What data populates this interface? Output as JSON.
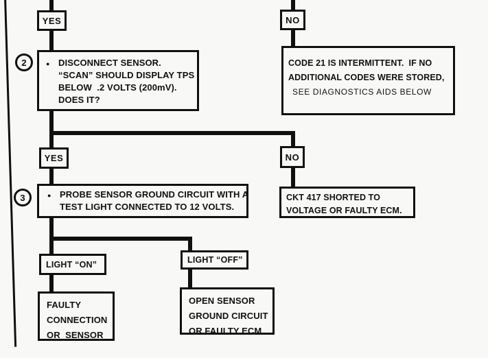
{
  "steps": {
    "step2_number": "2",
    "step3_number": "3"
  },
  "decision_labels": {
    "yes1": "YES",
    "no1": "NO",
    "yes2": "YES",
    "no2": "NO",
    "light_on": "LIGHT “ON”",
    "light_off": "LIGHT “OFF”"
  },
  "boxes": {
    "disconnect_sensor": {
      "bullet": "●",
      "lines": [
        "DISCONNECT SENSOR.",
        "“SCAN” SHOULD DISPLAY TPS",
        "BELOW  .2 VOLTS (200mV).",
        "DOES IT?"
      ]
    },
    "code21_intermittent": {
      "lines": [
        "CODE 21 IS INTERMITTENT.  IF NO",
        "ADDITIONAL CODES WERE STORED,",
        "SEE DIAGNOSTICS AIDS BELOW"
      ]
    },
    "probe_sensor": {
      "bullet": "●",
      "lines": [
        "PROBE SENSOR GROUND CIRCUIT WITH A",
        "TEST LIGHT CONNECTED TO 12 VOLTS."
      ]
    },
    "ckt417_shorted": {
      "lines": [
        "CKT 417 SHORTED TO",
        "VOLTAGE OR FAULTY ECM."
      ]
    },
    "faulty_connection": {
      "lines": [
        "FAULTY",
        "CONNECTION",
        "OR  SENSOR"
      ]
    },
    "open_sensor_ground": {
      "lines": [
        "OPEN SENSOR",
        "GROUND CIRCUIT",
        "OR FAULTY ECM."
      ]
    }
  },
  "colors": {
    "ink": "#101010",
    "paper": "#f8f8f6"
  }
}
